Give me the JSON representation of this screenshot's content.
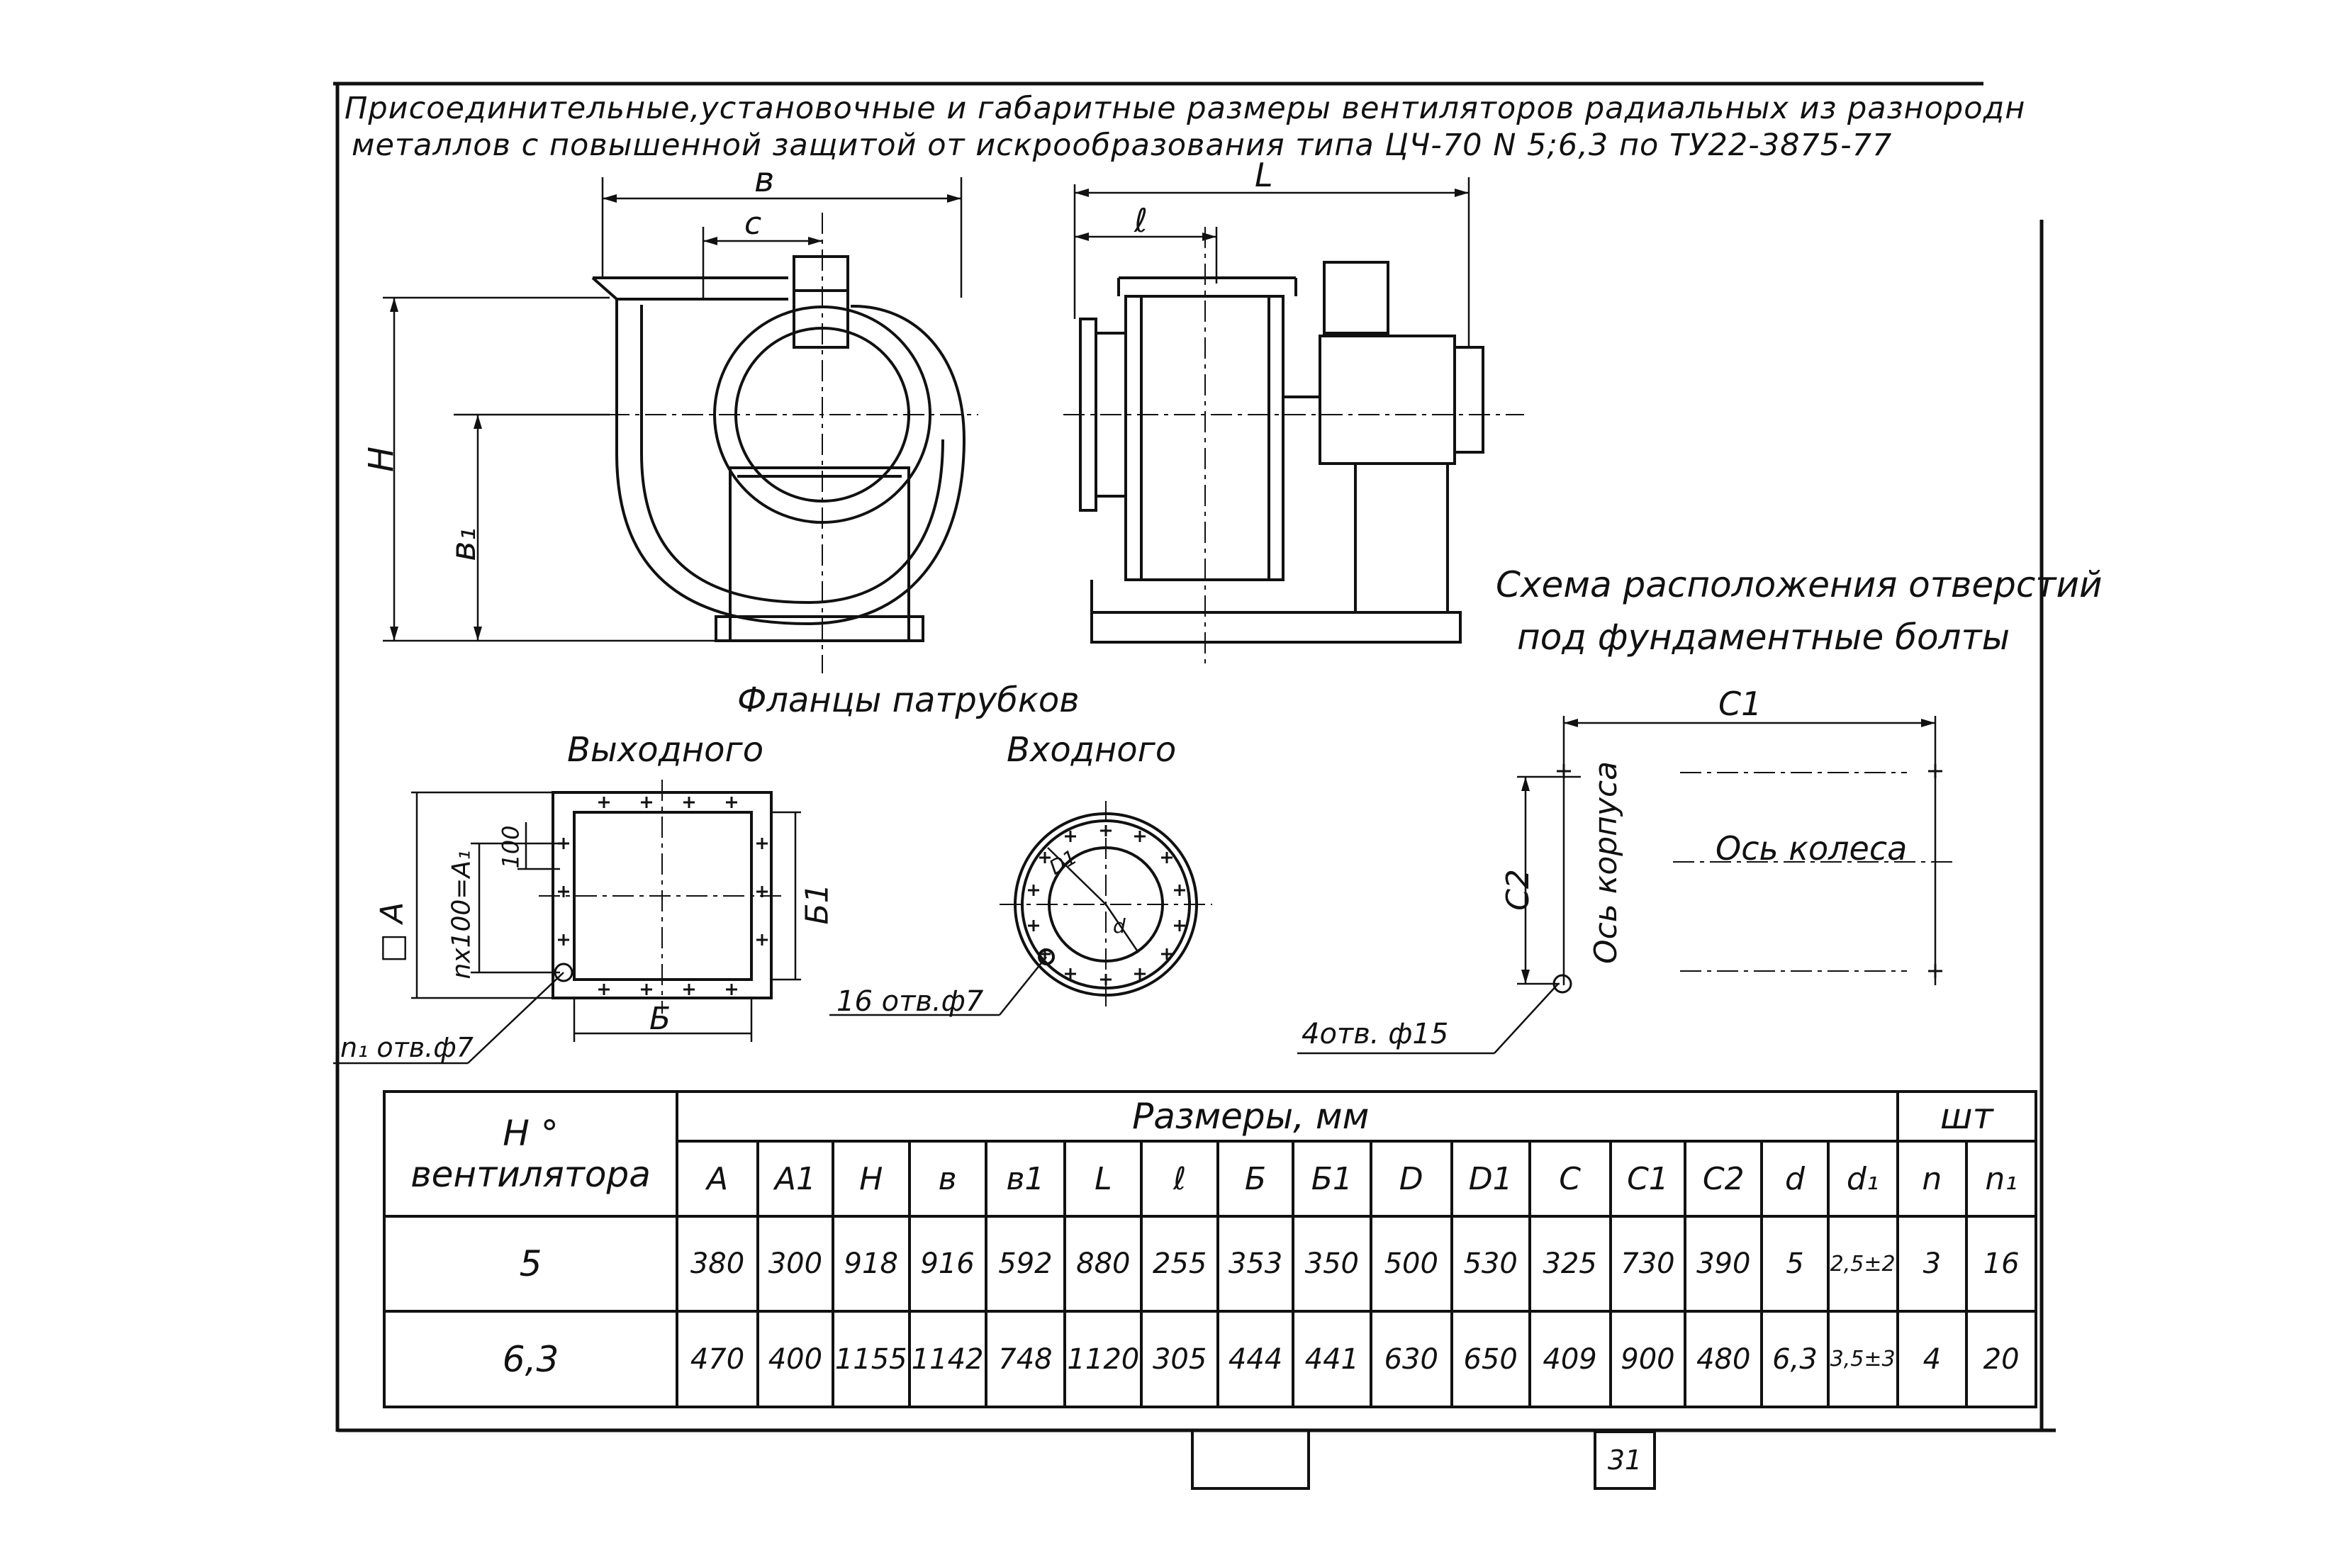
{
  "title": {
    "line1": "Присоединительные,установочные и габаритные  размеры вентиляторов радиальных из разнородн",
    "line2": "металлов с повышенной защитой от искрообразования типа ЦЧ-70  N 5;6,3  по ТУ22-3875-77"
  },
  "drawing": {
    "dim_b": "в",
    "dim_c": "с",
    "dim_H": "Н",
    "dim_b1": "в₁",
    "dim_L": "L",
    "dim_l": "ℓ",
    "flanges_title": "Фланцы патрубков",
    "outlet_label": "Выходного",
    "inlet_label": "Входного",
    "outlet_side_A": "□ А",
    "outlet_nx100": "nх100=А₁",
    "outlet_100": "100",
    "outlet_B": "Б",
    "outlet_B1": "Б1",
    "outlet_holes": "n₁ отв.ф7",
    "inlet_holes": "16 отв.ф7",
    "inlet_D1": "D1",
    "inlet_d": "d",
    "bolt_scheme_title_1": "Схема расположения отверстий",
    "bolt_scheme_title_2": "под фундаментные болты",
    "bolt_c1": "С1",
    "bolt_c2": "С2",
    "wheel_axis": "Ось колеса",
    "body_axis": "Ось корпуса",
    "bolt_holes": "4отв. ф15"
  },
  "table": {
    "fan_no_header_1": "Н °",
    "fan_no_header_2": "вентилятора",
    "dims_header": "Размеры,  мм",
    "pcs_header": "шт",
    "columns": [
      "А",
      "А1",
      "Н",
      "в",
      "в1",
      "L",
      "ℓ",
      "Б",
      "Б1",
      "D",
      "D1",
      "С",
      "С1",
      "С2",
      "d",
      "d₁",
      "n",
      "n₁"
    ],
    "rows": [
      {
        "fan": "5",
        "values": [
          "380",
          "300",
          "918",
          "916",
          "592",
          "880",
          "255",
          "353",
          "350",
          "500",
          "530",
          "325",
          "730",
          "390",
          "5",
          "2,5±2",
          "3",
          "16"
        ]
      },
      {
        "fan": "6,3",
        "values": [
          "470",
          "400",
          "1155",
          "1142",
          "748",
          "1120",
          "305",
          "444",
          "441",
          "630",
          "650",
          "409",
          "900",
          "480",
          "6,3",
          "3,5±3",
          "4",
          "20"
        ]
      }
    ]
  },
  "page_number": "31"
}
